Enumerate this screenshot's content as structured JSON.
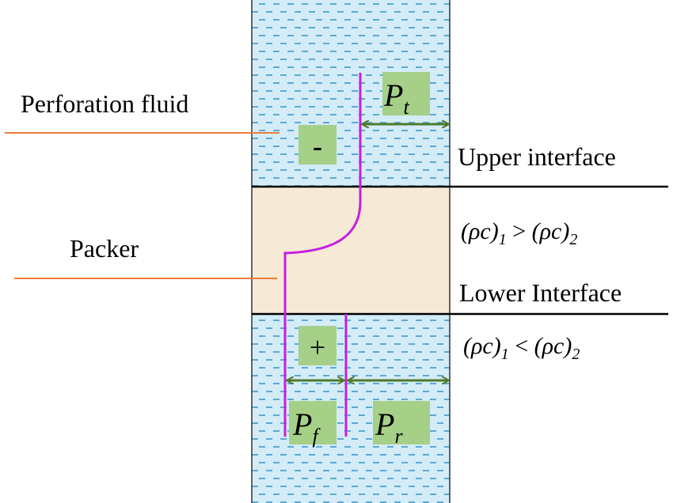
{
  "labels": {
    "perforation_fluid": "Perforation fluid",
    "packer": "Packer",
    "upper_interface": "Upper interface",
    "lower_interface": "Lower Interface",
    "minus_sign": "-",
    "plus_sign": "+"
  },
  "pressures": {
    "transmitted": {
      "symbol": "P",
      "subscript": "t"
    },
    "incident": {
      "symbol": "P",
      "subscript": "f"
    },
    "reflected": {
      "symbol": "P",
      "subscript": "r"
    }
  },
  "impedance_relations": {
    "upper": {
      "left": "(ρc)",
      "left_sub": "1",
      "operator": " > ",
      "right": "(ρc)",
      "right_sub": "2"
    },
    "lower": {
      "left": "(ρc)",
      "left_sub": "1",
      "operator": " < ",
      "right": "(ρc)",
      "right_sub": "2"
    }
  },
  "colors": {
    "fluid_fill": "#d3ecf8",
    "fluid_dash": "#5aa9d6",
    "packer_fill": "#f6ead6",
    "wave_line": "#c81ee0",
    "arrow": "#4e7a2c",
    "label_box": "#a6d088",
    "leader_line": "#ec7c3a",
    "interface_line": "#000000"
  }
}
